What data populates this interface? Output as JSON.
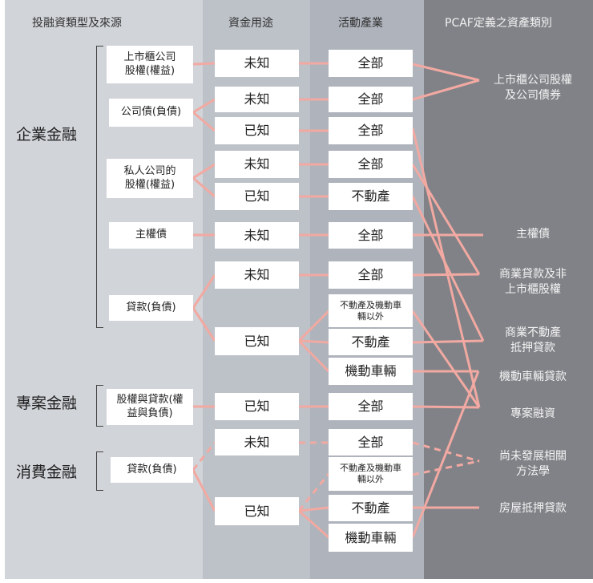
{
  "headers": {
    "source": "投融資類型及來源",
    "use": "資金用途",
    "industry": "活動產業",
    "pcaf": "PCAF定義之資產類別"
  },
  "groups": {
    "corporate": "企業金融",
    "project": "專案金融",
    "consumer": "消費金融"
  },
  "sources": [
    "上市櫃公司股權(權益)",
    "公司債(負債)",
    "私人公司的股權(權益)",
    "主權債",
    "貸款(負債)",
    "股權與貸款(權益與負債)",
    "貸款(負債)"
  ],
  "uses": [
    "未知",
    "未知",
    "已知",
    "未知",
    "已知",
    "未知",
    "未知",
    "已知",
    "已知",
    "未知",
    "已知"
  ],
  "industries": [
    "全部",
    "全部",
    "全部",
    "全部",
    "不動產",
    "全部",
    "全部",
    "不動產及機動車輛以外",
    "不動產",
    "機動車輛",
    "全部",
    "全部",
    "不動產及機動車輛以外",
    "不動產",
    "機動車輛"
  ],
  "pcaf_classes": [
    "上市櫃公司股權及公司債券",
    "主權債",
    "商業貸款及非上市櫃股權",
    "商業不動產抵押貸款",
    "機動車輛貸款",
    "專案融資",
    "尚未發展相關方法學",
    "房屋抵押貸款"
  ],
  "colors": {
    "connector": "#f2a9a2"
  }
}
